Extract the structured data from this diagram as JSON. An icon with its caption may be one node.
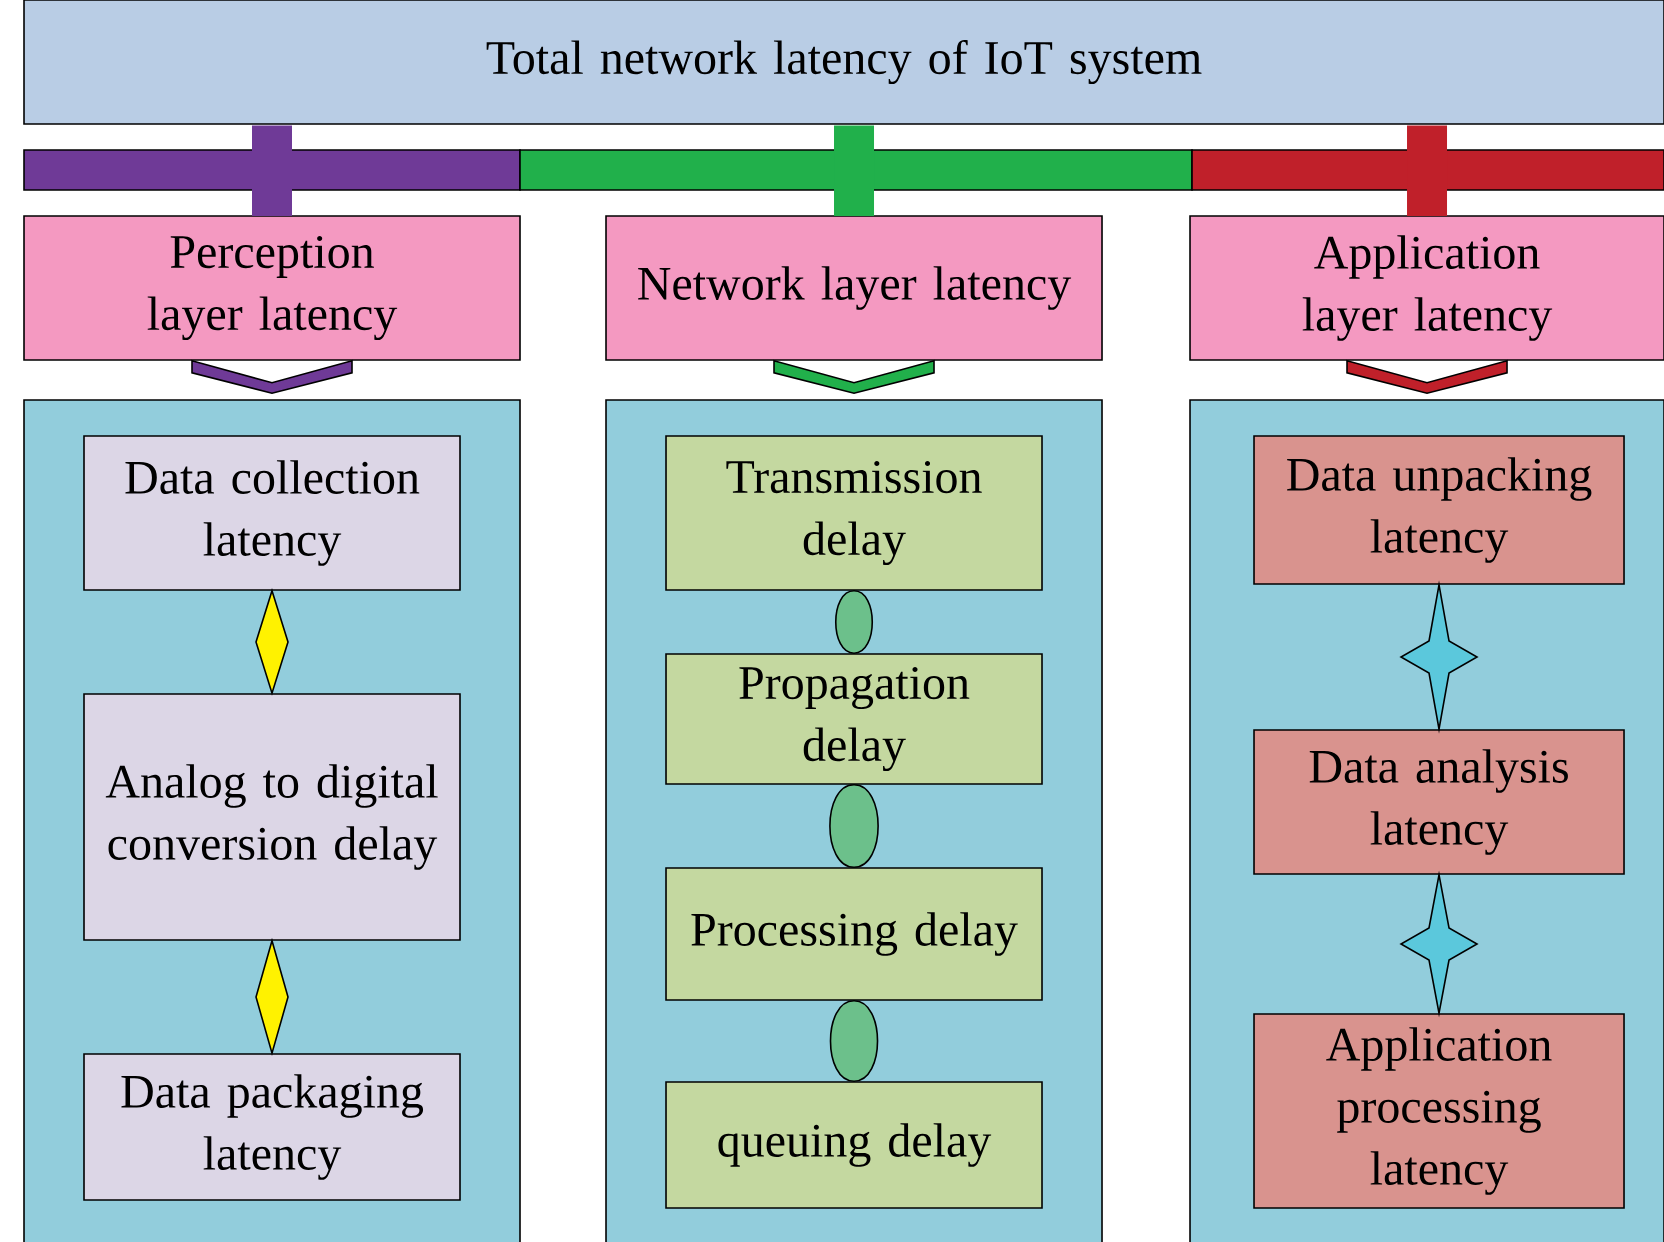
{
  "diagram": {
    "nodes": [
      {
        "text": [
          "Total network latency of IoT system"
        ]
      },
      {
        "text": [
          "Perception layer latency"
        ]
      },
      {
        "text": [
          "Network layer latency"
        ]
      },
      {
        "text": [
          "Application layer latency"
        ]
      },
      {
        "text": [],
        "shape": "box"
      },
      {
        "text": [
          "Data collection latency"
        ],
        "in": 4
      },
      {
        "text": [
          "Analog to digital conversion delay"
        ],
        "in": 4
      },
      {
        "text": [
          "Data packaging latency"
        ],
        "in": 4
      },
      {
        "text": [],
        "shape": "box"
      },
      {
        "text": [
          "Transmission delay"
        ],
        "in": 8
      },
      {
        "text": [
          "Propagation delay"
        ],
        "in": 8
      },
      {
        "text": [
          "Processing delay"
        ],
        "in": 8
      },
      {
        "text": [
          "queuing delay"
        ],
        "in": 8
      },
      {
        "text": [],
        "shape": "box"
      },
      {
        "text": [
          "Data unpacking latency"
        ],
        "in": 13
      },
      {
        "text": [
          "Data analysis latency"
        ],
        "in": 13
      },
      {
        "text": [
          "Application processing latency"
        ],
        "in": 13
      }
    ],
    "edges": [
      {
        "from": 0,
        "to": 1,
        "arrow": "none",
        "color": "#6f3a97"
      },
      {
        "from": 0,
        "to": 2,
        "arrow": "none",
        "color": "#21b04b"
      },
      {
        "from": 0,
        "to": 3,
        "arrow": "none",
        "color": "#c0202a"
      },
      {
        "from": 1,
        "to": 4,
        "arrow": "to",
        "color": "#6f3a97"
      },
      {
        "from": 2,
        "to": 8,
        "arrow": "to",
        "color": "#21b04b"
      },
      {
        "from": 3,
        "to": 13,
        "arrow": "to",
        "color": "#c0202a"
      },
      {
        "from": 5,
        "to": 6,
        "arrow": "none",
        "color": "#fff200"
      },
      {
        "from": 6,
        "to": 7,
        "arrow": "none",
        "color": "#fff200"
      },
      {
        "from": 9,
        "to": 10,
        "arrow": "none",
        "color": "#6cc08b"
      },
      {
        "from": 10,
        "to": 11,
        "arrow": "none",
        "color": "#6cc08b"
      },
      {
        "from": 11,
        "to": 12,
        "arrow": "none",
        "color": "#6cc08b"
      },
      {
        "from": 14,
        "to": 15,
        "arrow": "none",
        "color": "#5bc8dc"
      },
      {
        "from": 15,
        "to": 16,
        "arrow": "none",
        "color": "#5bc8dc"
      }
    ]
  }
}
